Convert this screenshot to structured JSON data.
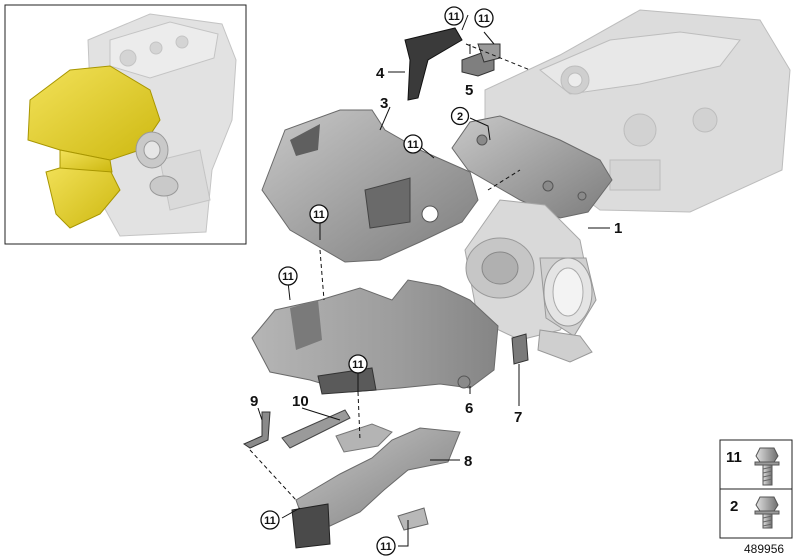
{
  "diagram": {
    "diagram_id": "489956",
    "part_labels": [
      "1",
      "2",
      "3",
      "4",
      "5",
      "6",
      "7",
      "8",
      "9",
      "10"
    ],
    "screw_callout": "11",
    "legend": [
      {
        "label": "11",
        "icon": "hex-flange-screw-long-icon"
      },
      {
        "label": "2",
        "icon": "hex-flange-screw-short-icon"
      }
    ],
    "colors": {
      "highlight": "#e4d21a",
      "part_gray": "#9a9a9a",
      "engine_ghost": "#d9d9d9",
      "line": "#111111"
    }
  }
}
